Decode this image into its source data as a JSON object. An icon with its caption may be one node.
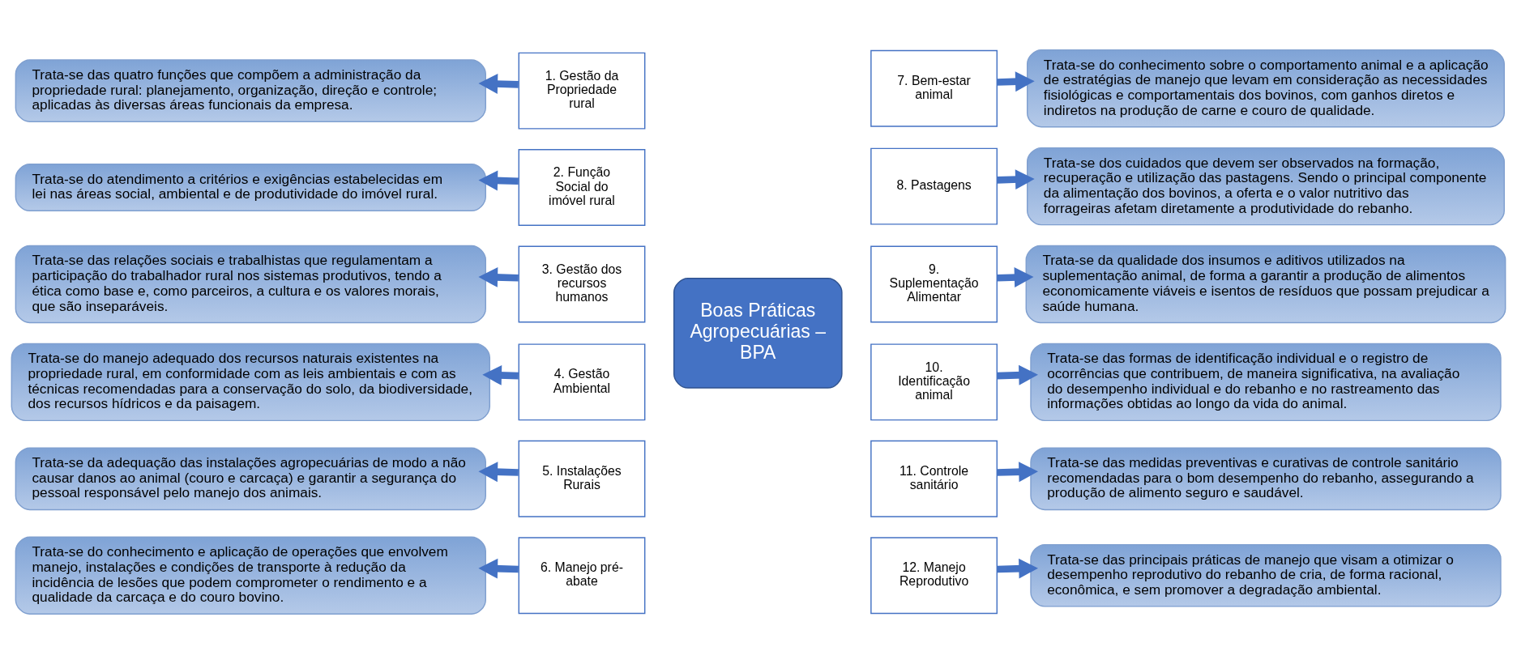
{
  "diagram": {
    "nodes": [
      {
        "text": [
          "Trata-se das quatro funções que compõem a administração da propriedade rural: planejamento, organização, direção e controle; aplicadas às diversas áreas funcionais da empresa."
        ]
      },
      {
        "text": [
          "1. Gestão da Propriedade rural"
        ]
      },
      {
        "text": [
          "7. Bem-estar animal"
        ]
      },
      {
        "text": [
          "Trata-se do conhecimento sobre o comportamento animal e a aplicação de estratégias de manejo que levam em consideração as necessidades fisiológicas e comportamentais dos bovinos, com ganhos diretos e indiretos na produção de carne e couro de qualidade."
        ]
      },
      {
        "text": [
          "Trata-se do atendimento a critérios e exigências estabelecidas em lei nas áreas social, ambiental e de produtividade do imóvel rural."
        ]
      },
      {
        "text": [
          "2. Função Social do imóvel rural"
        ]
      },
      {
        "text": [
          "8. Pastagens"
        ]
      },
      {
        "text": [
          "Trata-se dos cuidados que devem ser observados na formação, recuperação e utilização das pastagens. Sendo o principal componente da alimentação dos bovinos, a oferta e o valor nutritivo das forrageiras afetam diretamente a produtividade do rebanho."
        ]
      },
      {
        "text": [
          "Trata-se das relações sociais e trabalhistas que regulamentam a participação do trabalhador rural nos sistemas produtivos, tendo a ética como base e, como parceiros, a cultura e os valores morais, que são inseparáveis."
        ]
      },
      {
        "text": [
          "3. Gestão dos recursos humanos"
        ]
      },
      {
        "text": [
          "9. Suplementação Alimentar"
        ]
      },
      {
        "text": [
          "Trata-se da qualidade dos insumos e aditivos utilizados na suplementação animal, de forma a garantir a produção de alimentos economicamente viáveis e isentos de resíduos que possam prejudicar a saúde humana."
        ]
      },
      {
        "text": [
          "Trata-se do manejo adequado dos recursos naturais existentes na propriedade rural, em conformidade com as leis ambientais e com as técnicas recomendadas para a conservação do solo, da biodiversidade, dos recursos hídricos e da paisagem."
        ]
      },
      {
        "text": [
          "4. Gestão Ambiental"
        ]
      },
      {
        "text": [
          "10. Identificação animal"
        ]
      },
      {
        "text": [
          "Trata-se das formas de identificação individual e o registro de ocorrências que contribuem, de maneira significativa, na avaliação do desempenho individual e do rebanho e no rastreamento das informações obtidas ao longo da vida do animal."
        ]
      },
      {
        "text": [
          "Trata-se da adequação das instalações agropecuárias de modo a não causar danos ao animal (couro e carcaça) e garantir a segurança do pessoal responsável pelo manejo dos animais."
        ]
      },
      {
        "text": [
          "5. Instalações Rurais"
        ]
      },
      {
        "text": [
          "11. Controle sanitário"
        ]
      },
      {
        "text": [
          "Trata-se das medidas preventivas e curativas de controle sanitário recomendadas para o bom desempenho do rebanho, assegurando a produção de alimento seguro e saudável."
        ]
      },
      {
        "text": [
          "Trata-se do conhecimento e aplicação de operações que envolvem manejo, instalações e condições de transporte à redução da incidência de lesões que podem comprometer o rendimento e a qualidade da carcaça e do couro bovino."
        ]
      },
      {
        "text": [
          "6. Manejo pré-abate"
        ]
      },
      {
        "text": [
          "12. Manejo Reprodutivo"
        ]
      },
      {
        "text": [
          "Trata-se das principais práticas de manejo que visam a otimizar o desempenho reprodutivo do rebanho de cria, de forma racional, econômica, e sem promover a degradação ambiental."
        ]
      },
      {
        "text": [
          "Boas Práticas Agropecuárias – BPA"
        ]
      }
    ],
    "edges": [
      {
        "from": 1,
        "to": 0,
        "arrow": "to"
      },
      {
        "from": 2,
        "to": 3,
        "arrow": "to"
      },
      {
        "from": 5,
        "to": 4,
        "arrow": "to"
      },
      {
        "from": 6,
        "to": 7,
        "arrow": "to"
      },
      {
        "from": 9,
        "to": 8,
        "arrow": "to"
      },
      {
        "from": 10,
        "to": 11,
        "arrow": "to"
      },
      {
        "from": 13,
        "to": 12,
        "arrow": "to"
      },
      {
        "from": 14,
        "to": 15,
        "arrow": "to"
      },
      {
        "from": 17,
        "to": 16,
        "arrow": "to"
      },
      {
        "from": 18,
        "to": 19,
        "arrow": "to"
      },
      {
        "from": 21,
        "to": 20,
        "arrow": "to"
      },
      {
        "from": 22,
        "to": 23,
        "arrow": "to"
      }
    ]
  }
}
